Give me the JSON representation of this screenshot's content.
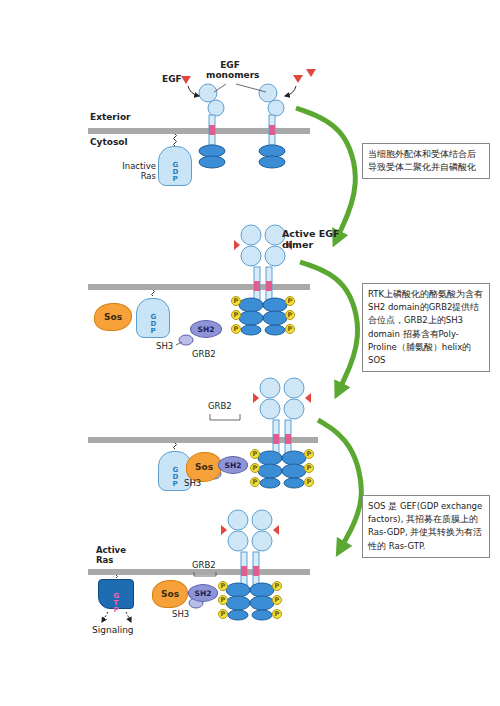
{
  "diagram": {
    "nodes": [
      {
        "text": [
          "GDP"
        ]
      },
      {
        "text": [
          "当细胞外配体和受体结合后导致受体二聚化并自磷酸化"
        ]
      },
      {
        "text": [
          "GDP"
        ]
      },
      {
        "text": [
          "Sos"
        ]
      },
      {
        "text": [
          "SH2"
        ]
      },
      {
        "text": [
          "P"
        ]
      },
      {
        "text": [
          "P"
        ]
      },
      {
        "text": [
          "P"
        ]
      },
      {
        "text": [
          "P"
        ]
      },
      {
        "text": [
          "P"
        ]
      },
      {
        "text": [
          "P"
        ]
      },
      {
        "text": [
          "RTK上磷酸化的酪氨酸为含有SH2 domain的GRB2提供结合位点，GRB2上的SH3 domain 招募含有Poly-Proline（脯氨酸）helix的SOS"
        ]
      },
      {
        "text": [
          "GDP"
        ]
      },
      {
        "text": [
          "Sos"
        ]
      },
      {
        "text": [
          "SH2"
        ]
      },
      {
        "text": [
          "P"
        ]
      },
      {
        "text": [
          "P"
        ]
      },
      {
        "text": [
          "P"
        ]
      },
      {
        "text": [
          "P"
        ]
      },
      {
        "text": [
          "P"
        ]
      },
      {
        "text": [
          "P"
        ]
      },
      {
        "text": [
          "SOS 是 GEF(GDP exchange factors), 其招募在质膜上的 Ras-GDP, 并使其转换为有活性的 Ras-GTP."
        ]
      },
      {
        "text": [
          "GTP"
        ]
      },
      {
        "text": [
          "Sos"
        ]
      },
      {
        "text": [
          "SH2"
        ]
      },
      {
        "text": [
          "P"
        ]
      },
      {
        "text": [
          "P"
        ]
      },
      {
        "text": [
          "P"
        ]
      },
      {
        "text": [
          "P"
        ]
      },
      {
        "text": [
          "P"
        ]
      },
      {
        "text": [
          "P"
        ]
      }
    ],
    "labels": [
      "EGF",
      "EGF monomers",
      "Exterior",
      "Cytosol",
      "Inactive Ras",
      "Active EGF dimer",
      "GRB2",
      "SH3",
      "GRB2",
      "SH3",
      "Active Ras",
      "GRB2",
      "SH3",
      "Signaling"
    ]
  }
}
